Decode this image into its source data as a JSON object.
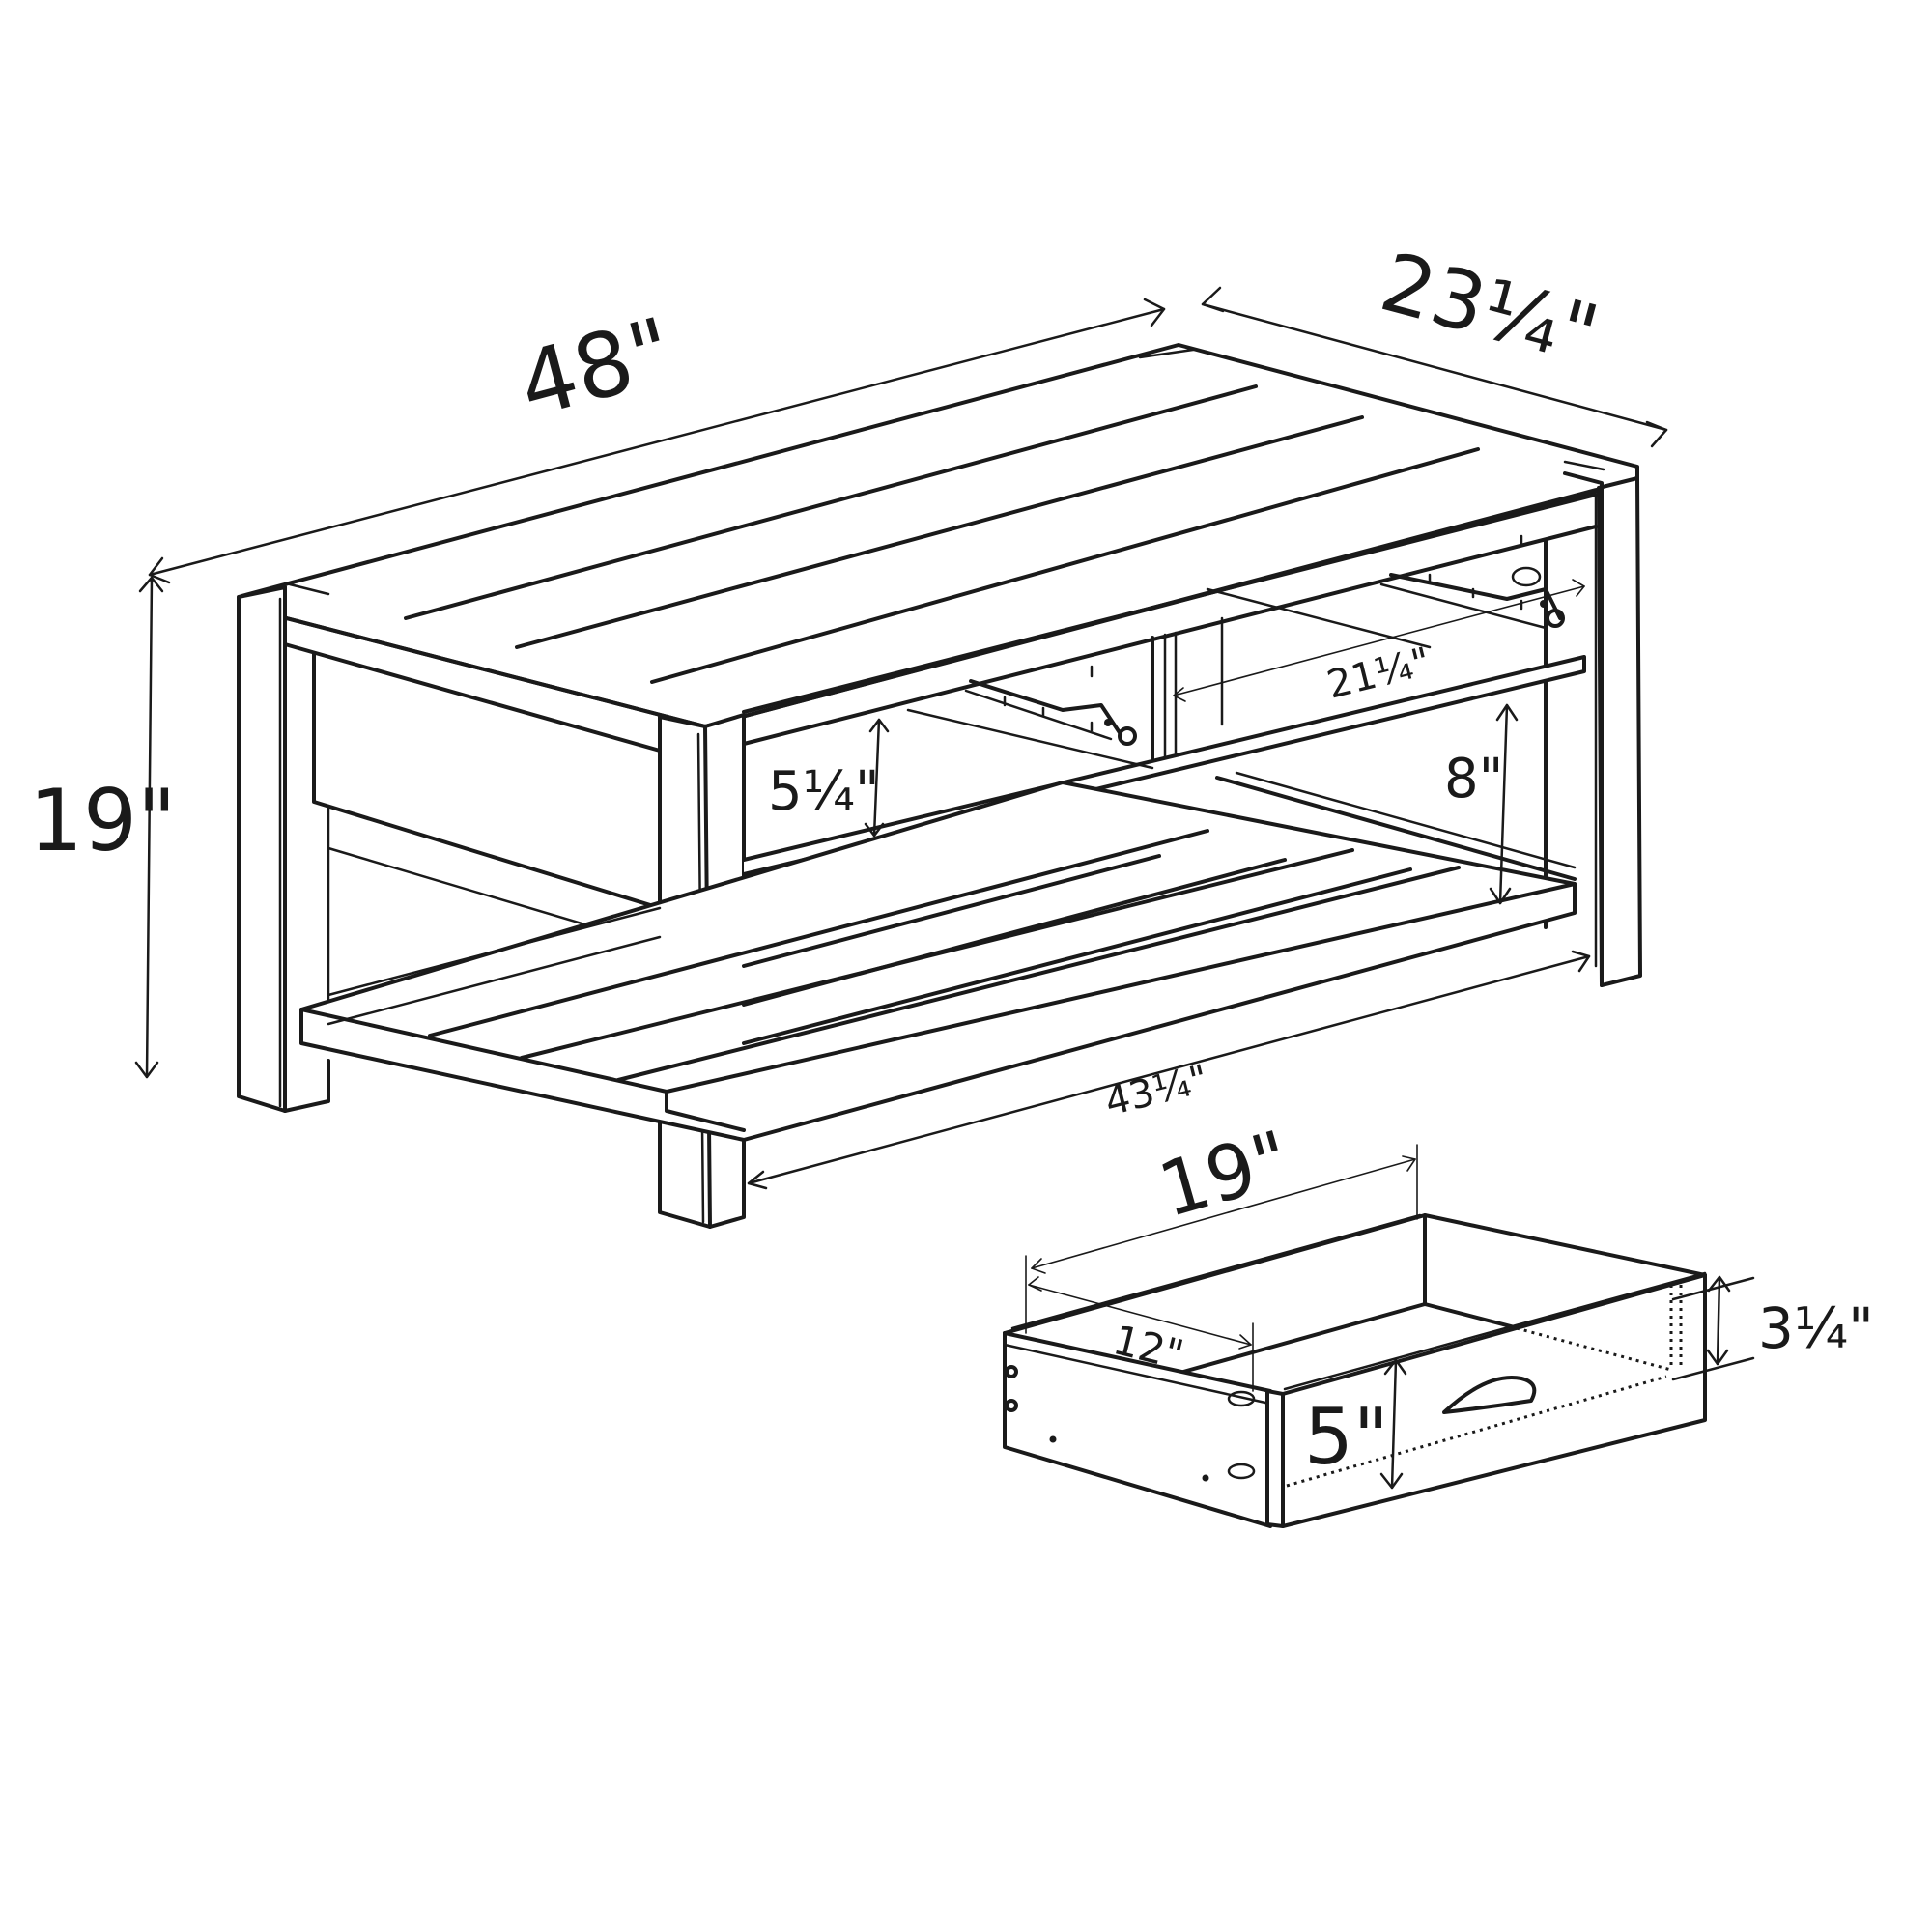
{
  "diagram": {
    "subject": "Coffee table with drawers and lower slatted shelf — dimension drawing",
    "line_color": "#1a1a1a",
    "background": "#ffffff",
    "table_dimensions": {
      "length": "48\"",
      "depth": "23¼\"",
      "height": "19\"",
      "drawer_opening_height": "5¼\"",
      "interior_depth": "21¼\"",
      "shelf_clearance": "8\"",
      "shelf_length": "43¼\""
    },
    "drawer_dimensions": {
      "width": "19\"",
      "depth": "12\"",
      "front_height": "5\"",
      "interior_height": "3¼\""
    }
  }
}
